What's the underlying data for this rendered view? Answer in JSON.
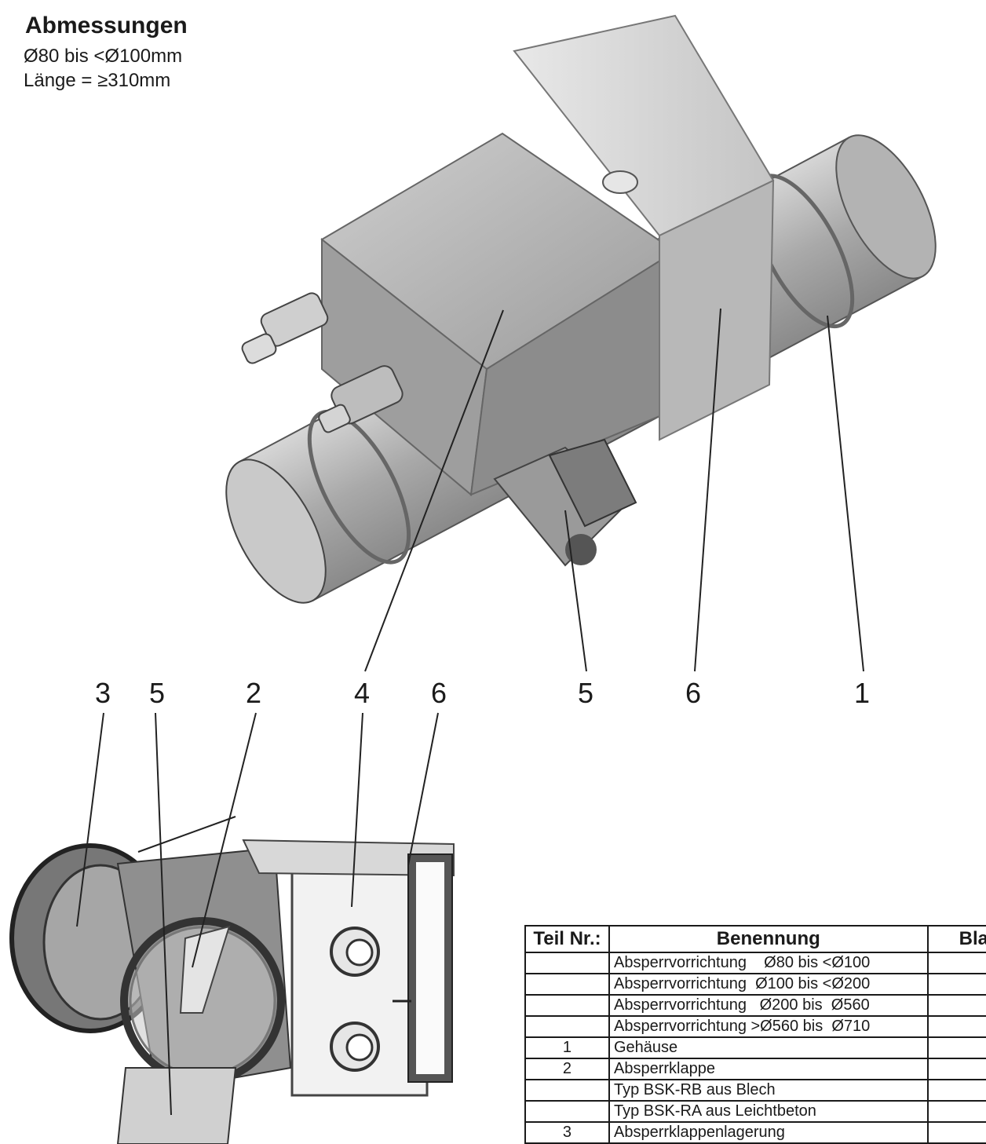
{
  "header": {
    "title": "Abmessungen",
    "line1": "Ø80 bis <Ø100mm",
    "line2": "Länge = ≥310mm"
  },
  "callouts_top": [
    "5",
    "6",
    "1"
  ],
  "callouts_middle": [
    "3",
    "5",
    "2",
    "4",
    "6"
  ],
  "table": {
    "headers": [
      "Teil Nr.:",
      "Benennung",
      "Blat"
    ],
    "rows": [
      {
        "nr": "",
        "text": "Absperrvorrichtung    Ø80 bis <Ø100"
      },
      {
        "nr": "",
        "text": "Absperrvorrichtung  Ø100 bis <Ø200"
      },
      {
        "nr": "",
        "text": "Absperrvorrichtung   Ø200 bis  Ø560"
      },
      {
        "nr": "",
        "text": "Absperrvorrichtung >Ø560 bis  Ø710"
      },
      {
        "nr": "1",
        "text": "Gehäuse"
      },
      {
        "nr": "2",
        "text": "Absperrklappe"
      },
      {
        "nr": "",
        "text": "Typ BSK-RB aus Blech"
      },
      {
        "nr": "",
        "text": "Typ BSK-RA aus Leichtbeton"
      },
      {
        "nr": "3",
        "text": "Absperrklappenlagerung"
      }
    ]
  }
}
